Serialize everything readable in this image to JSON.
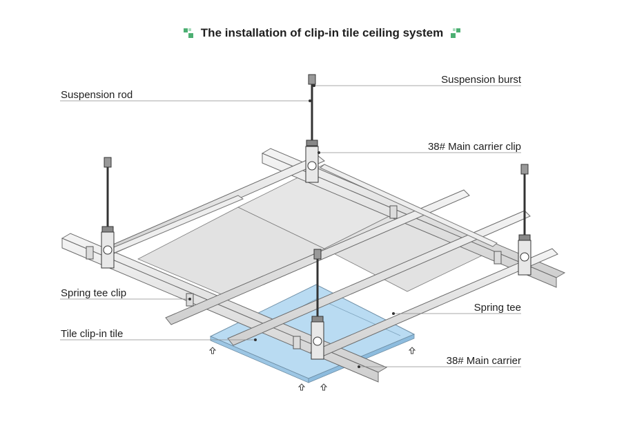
{
  "title": "The installation of clip-in tile ceiling system",
  "labels": {
    "suspension_rod": "Suspension rod",
    "suspension_burst": "Suspension burst",
    "main_carrier_clip": "38# Main carrier clip",
    "spring_tee_clip": "Spring tee clip",
    "tile_clip_in_tile": "Tile clip-in tile",
    "spring_tee": "Spring tee",
    "main_carrier": "38# Main carrier"
  },
  "colors": {
    "accent_green": "#4caf72",
    "tile_blue": "#b9dbf2",
    "metal": "#e4e4e4",
    "line": "#555555"
  },
  "icons": [
    "green-squares-icon",
    "green-squares-icon"
  ]
}
